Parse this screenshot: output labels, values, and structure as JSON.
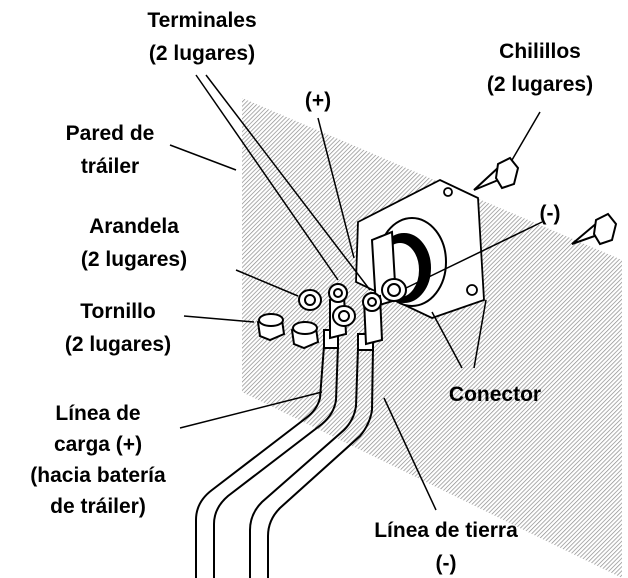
{
  "labels": {
    "terminales_1": "Terminales",
    "terminales_2": "(2 lugares)",
    "chilillos_1": "Chilillos",
    "chilillos_2": "(2 lugares)",
    "positive": "(+)",
    "pared_1": "Pared de",
    "pared_2": "tráiler",
    "negative": "(-)",
    "arandela_1": "Arandela",
    "arandela_2": "(2 lugares)",
    "tornillo_1": "Tornillo",
    "tornillo_2": "(2 lugares)",
    "conector": "Conector",
    "linea_carga_1": "Línea de",
    "linea_carga_2": "carga (+)",
    "linea_carga_3": "(hacia batería",
    "linea_carga_4": "de tráiler)",
    "linea_tierra_1": "Línea de tierra",
    "linea_tierra_2": "(-)"
  }
}
